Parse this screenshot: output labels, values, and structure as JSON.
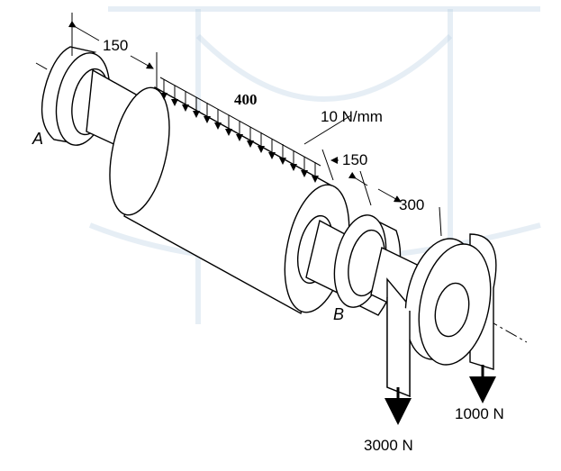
{
  "labels": {
    "dim_left": "150",
    "dim_load_length": "400",
    "load_intensity": "10 N/mm",
    "dim_mid": "150",
    "dim_right": "300",
    "bearing_a": "A",
    "bearing_b": "B",
    "force_left": "3000 N",
    "force_right": "1000 N"
  }
}
